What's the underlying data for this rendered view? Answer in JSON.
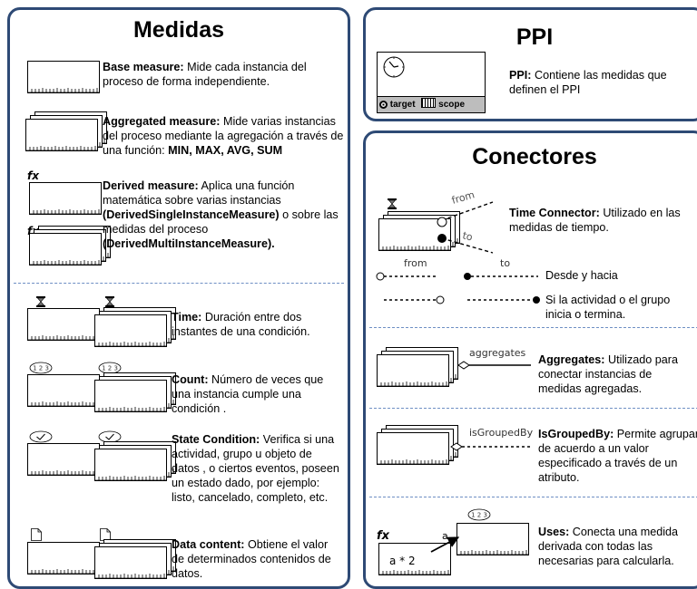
{
  "medidas": {
    "title": "Medidas",
    "base": {
      "term": "Base measure:",
      "text": " Mide cada instancia del proceso de forma independiente."
    },
    "aggregated": {
      "term": "Aggregated measure:",
      "text": " Mide varias instancias del proceso mediante  la agregación a través de una función: ",
      "functions": "MIN, MAX, AVG, SUM"
    },
    "derived": {
      "term": "Derived measure:",
      "text1": " Aplica una función matemática sobre  varias instancias ",
      "single": "(DerivedSingleInstanceMeasure)",
      "text2": " o sobre las medidas del proceso ",
      "multi": "(DerivedMultiInstanceMeasure)."
    },
    "time": {
      "term": "Time:",
      "text": " Duración entre dos instantes de una condición."
    },
    "count": {
      "term": "Count:",
      "text": " Número de veces que una instancia cumple una condición ."
    },
    "state": {
      "term": "State Condition:",
      "text": " Verifica si una actividad, grupo u objeto de datos , o ciertos eventos, poseen un estado dado, por ejemplo: listo, cancelado, completo, etc."
    },
    "data": {
      "term": "Data content:",
      "text": " Obtiene el valor de determinados contenidos  de datos."
    },
    "fx_label": "fx",
    "count_label": "1 2 3"
  },
  "ppi": {
    "title": "PPI",
    "term": "PPI:",
    "text": " Contiene las medidas  que definen el PPI",
    "target_label": "target",
    "scope_label": "scope"
  },
  "conectores": {
    "title": "Conectores",
    "time": {
      "term": "Time Connector:",
      "text": " Utilizado en las medidas  de tiempo.",
      "from_label": "from",
      "to_label": "to"
    },
    "from_label": "from",
    "to_label": "to",
    "desde": "Desde y hacia",
    "si": "Si la actividad o el grupo inicia o termina.",
    "aggregates": {
      "label": "aggregates",
      "term": "Aggregates:",
      "text": " Utilizado para conectar instancias de medidas  agregadas."
    },
    "isgroupedby": {
      "label": "isGroupedBy",
      "term": "IsGroupedBy:",
      "text": " Permite agrupar de acuerdo a un valor especificado a través de un atributo."
    },
    "uses": {
      "term": "Uses:",
      "text": " Conecta una medida derivada con todas las necesarias para calcularla.",
      "arrow_label": "a",
      "formula": "a * 2",
      "fx_label": "fx",
      "count_label": "1 2 3"
    }
  }
}
